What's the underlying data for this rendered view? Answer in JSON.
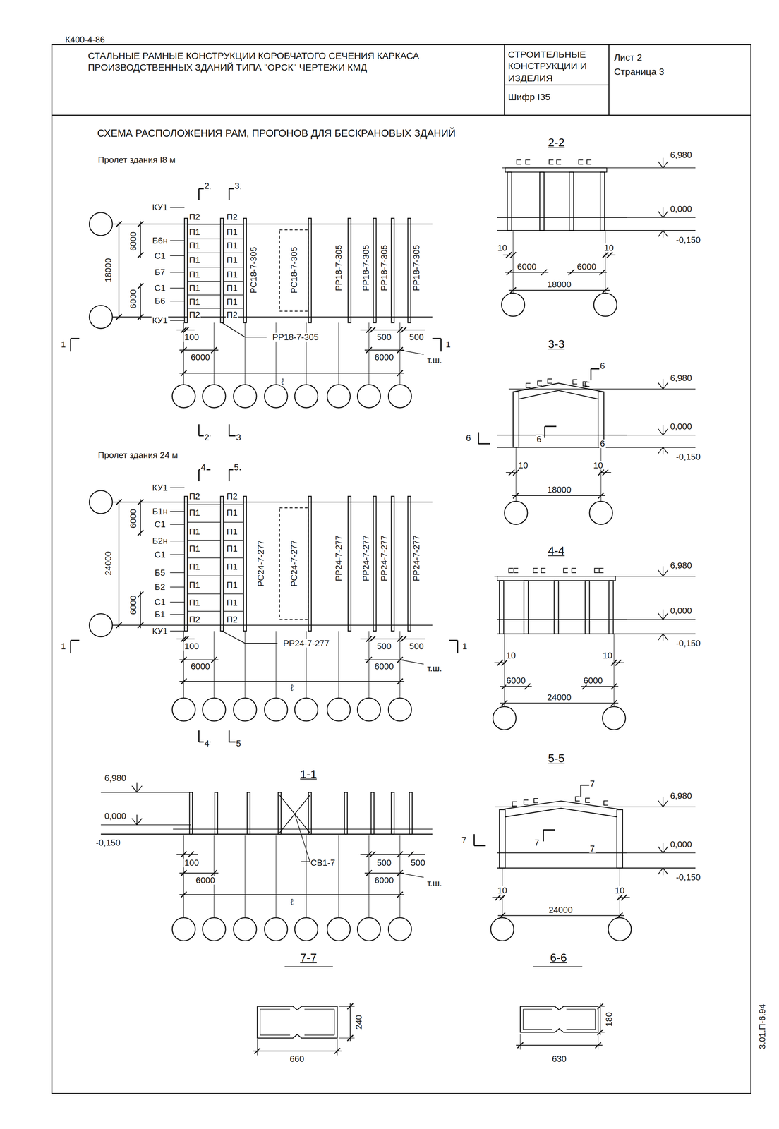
{
  "diagram": {
    "title": "СХЕМА РАСПОЛОЖЕНИЯ РАМ, ПРОГОНОВ ДЛЯ БЕСКРАНОВЫХ ЗДАНИЙ",
    "nodes": [
      {
        "text": [
          "СТАЛЬНЫЕ РАМНЫЕ КОНСТРУКЦИИ КОРОБЧАТОГО СЕЧЕНИЯ КАРКАСА ПРОИЗВОДСТВЕННЫХ ЗДАНИЙ ТИПА \"ОРСК\" ЧЕРТЕЖИ КМД"
        ]
      },
      {
        "text": [
          "СТРОИТЕЛЬНЫЕ КОНСТРУКЦИИ И ИЗДЕЛИЯ",
          "Шифр I35"
        ]
      },
      {
        "text": [
          "Лист 2",
          "Страница 3"
        ]
      }
    ],
    "labels": [
      "К400-4-86",
      "Пролет здания I8 м",
      "2",
      "3",
      "КУ1",
      "П2",
      "П2",
      "П1",
      "П1",
      "П1",
      "П1",
      "П1",
      "П1",
      "П1",
      "П1",
      "П1",
      "П1",
      "П1",
      "П1",
      "Б6н",
      "С1",
      "Б7",
      "С1",
      "Б6",
      "КУ1",
      "П2",
      "П2",
      "6000",
      "18000",
      "6000",
      "РС18-7-305",
      "РС18-7-305",
      "РР18-7-305",
      "РР18-7-305",
      "РР18-7-305",
      "РР18-7-305",
      "РР18-7-305",
      "100",
      "500",
      "500",
      "1",
      "1",
      "6000",
      "6000",
      "т.ш.",
      "ℓ",
      "2",
      "3",
      "Пролет здания 24 м",
      "4",
      "5",
      "КУ1",
      "П2",
      "П2",
      "П1",
      "П1",
      "П1",
      "П1",
      "П1",
      "П1",
      "П1",
      "П1",
      "П1",
      "П1",
      "П1",
      "П1",
      "Б1н",
      "С1",
      "Б2н",
      "С1",
      "Б5",
      "Б2",
      "С1",
      "Б1",
      "КУ1",
      "П2",
      "П2",
      "6000",
      "24000",
      "6000",
      "РС24-7-277",
      "РС24-7-277",
      "РР24-7-277",
      "РР24-7-277",
      "РР24-7-277",
      "РР24-7-277",
      "РР24-7-277",
      "100",
      "500",
      "500",
      "1",
      "1",
      "6000",
      "6000",
      "т.ш.",
      "ℓ",
      "4",
      "5",
      "6,980",
      "1-1",
      "0,000",
      "-0,150",
      "100",
      "СВ1-7",
      "500",
      "500",
      "6000",
      "6000",
      "т.ш.",
      "ℓ",
      "2-2",
      "6,980",
      "0,000",
      "-0,150",
      "10",
      "10",
      "6000",
      "6000",
      "18000",
      "3-3",
      "6",
      "6,980",
      "6",
      "6",
      "6",
      "0,000",
      "-0,150",
      "10",
      "10",
      "18000",
      "4-4",
      "6,980",
      "0,000",
      "-0,150",
      "10",
      "10",
      "6000",
      "6000",
      "24000",
      "5-5",
      "7",
      "6,980",
      "7",
      "7",
      "7",
      "0,000",
      "-0,150",
      "10",
      "10",
      "24000",
      "7-7",
      "6-6",
      "240",
      "660",
      "180",
      "630",
      "3.01.П-6.94"
    ]
  }
}
